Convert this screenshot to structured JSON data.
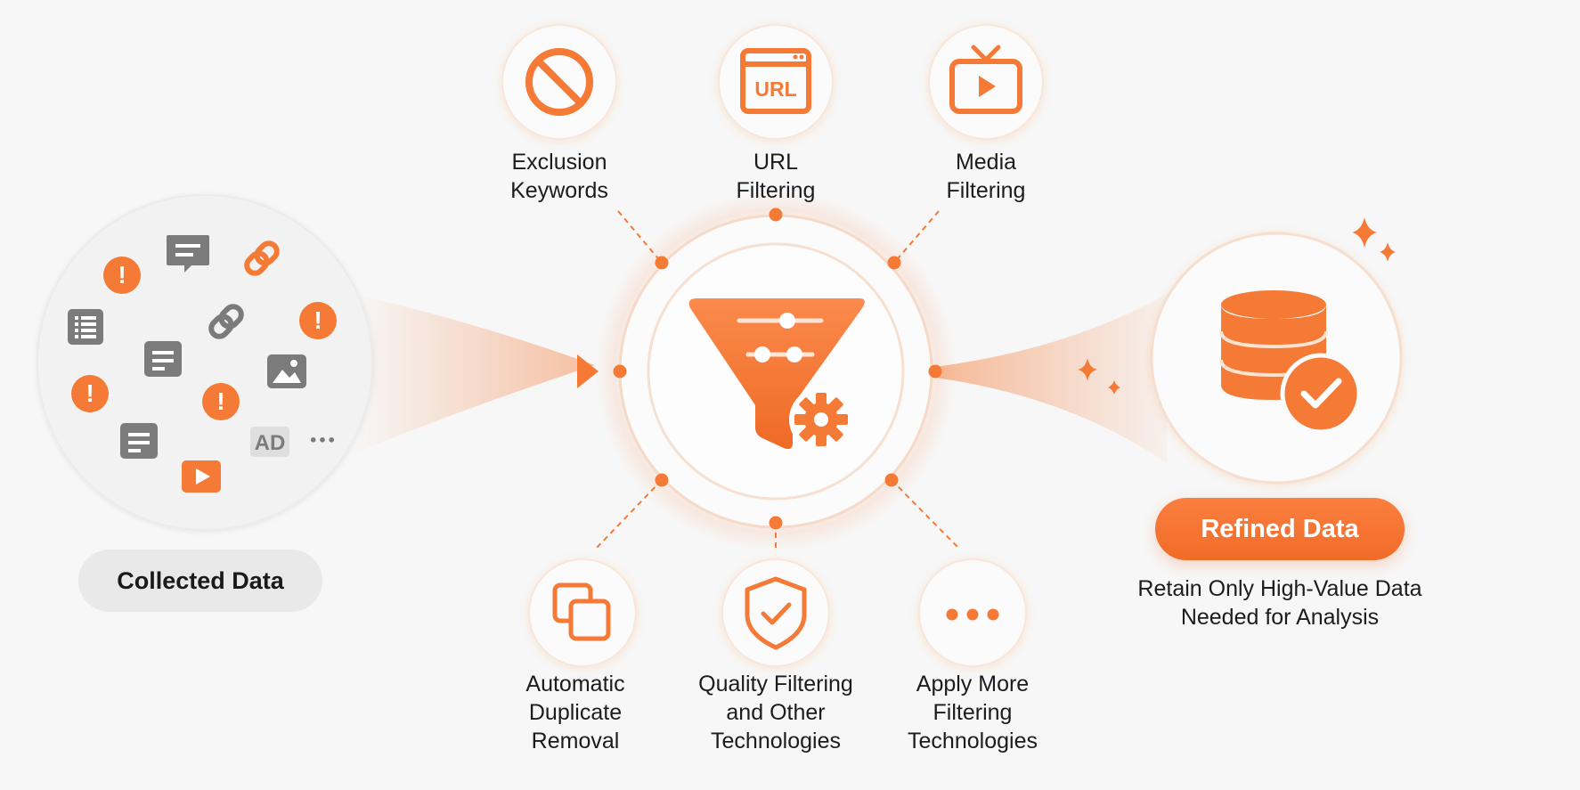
{
  "source": {
    "label": "Collected Data",
    "items": [
      {
        "icon": "alert-icon",
        "glyph": "!"
      },
      {
        "icon": "comment-icon"
      },
      {
        "icon": "link-icon"
      },
      {
        "icon": "document-icon"
      },
      {
        "icon": "link-icon"
      },
      {
        "icon": "alert-icon",
        "glyph": "!"
      },
      {
        "icon": "text-block-icon"
      },
      {
        "icon": "image-icon"
      },
      {
        "icon": "alert-icon",
        "glyph": "!"
      },
      {
        "icon": "alert-icon",
        "glyph": "!"
      },
      {
        "icon": "text-block-icon"
      },
      {
        "icon": "ad-badge-icon",
        "text": "AD"
      },
      {
        "icon": "more-icon",
        "text": "•••"
      },
      {
        "icon": "video-play-icon"
      }
    ]
  },
  "hub": {
    "icon": "filter-funnel-gear-icon"
  },
  "filters": {
    "top": [
      {
        "icon": "prohibited-icon",
        "label_lines": [
          "Exclusion",
          "Keywords"
        ]
      },
      {
        "icon": "url-browser-icon",
        "badge": "URL",
        "label_lines": [
          "URL",
          "Filtering"
        ]
      },
      {
        "icon": "tv-play-icon",
        "label_lines": [
          "Media",
          "Filtering"
        ]
      }
    ],
    "bottom": [
      {
        "icon": "duplicate-icon",
        "label_lines": [
          "Automatic",
          "Duplicate",
          "Removal"
        ]
      },
      {
        "icon": "shield-check-icon",
        "label_lines": [
          "Quality Filtering",
          "and Other",
          "Technologies"
        ]
      },
      {
        "icon": "more-icon",
        "label_lines": [
          "Apply More",
          "Filtering",
          "Technologies"
        ]
      }
    ]
  },
  "output": {
    "icon": "database-check-icon",
    "label": "Refined Data",
    "description_lines": [
      "Retain Only High-Value Data",
      "Needed for Analysis"
    ]
  },
  "colors": {
    "accent": "#f47a36",
    "accent_dark": "#e8661f",
    "neutral_icon": "#7b7b7b",
    "pill_gray": "#e9e9e9",
    "background": "#f7f7f7"
  }
}
